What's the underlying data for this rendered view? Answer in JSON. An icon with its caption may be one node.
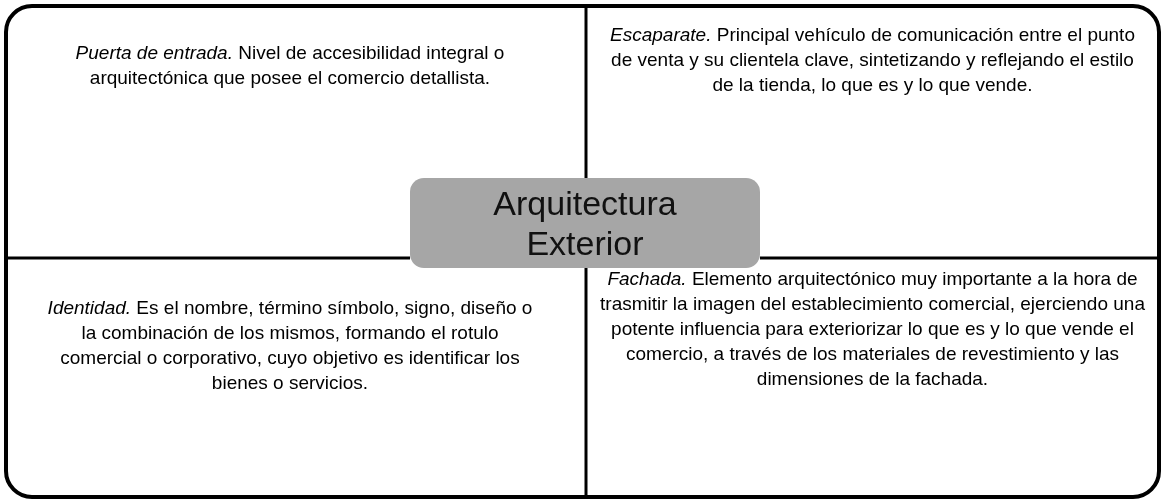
{
  "diagram": {
    "nodes": [
      {
        "text": [
          "*Puerta de entrada.* Nivel de accesibilidad integral o arquitectónica que posee el comercio detallista."
        ]
      },
      {
        "text": [
          "*Escaparate.* Principal vehículo de comunicación entre el punto de venta y su clientela clave, sintetizando y reflejando el estilo de la tienda, lo que es y lo que vende."
        ]
      },
      {
        "text": [
          "Arquitectura Exterior"
        ]
      },
      {
        "text": [
          "*Identidad.* Es el nombre, término símbolo, signo, diseño o la combinación de los mismos, formando el rotulo comercial o corporativo, cuyo objetivo es identificar los bienes o servicios."
        ]
      },
      {
        "text": [
          "*Fachada.* Elemento arquitectónico muy importante a la hora de trasmitir la imagen del establecimiento comercial, ejerciendo una potente influencia para exteriorizar lo que es y lo que vende el comercio, a través de los materiales de revestimiento y las dimensiones de la fachada."
        ]
      }
    ],
    "edges": []
  }
}
